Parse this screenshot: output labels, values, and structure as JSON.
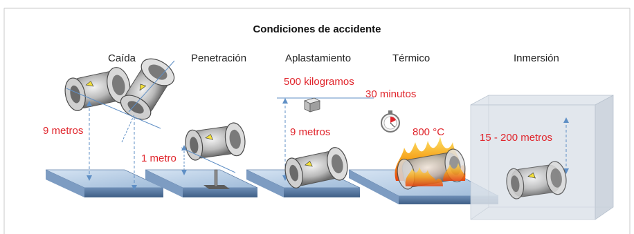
{
  "title": "Condiciones de accidente",
  "conditions": [
    {
      "label": "Caída",
      "value": "9 metros"
    },
    {
      "label": "Penetración",
      "value": "1 metro"
    },
    {
      "label": "Aplastamiento",
      "value": "9 metros",
      "extra": "500 kilogramos"
    },
    {
      "label": "Térmico",
      "value": "800 °C",
      "extra": "30 minutos"
    },
    {
      "label": "Inmersión",
      "value": "15 - 200 metros"
    }
  ],
  "colors": {
    "accent_red": "#e0242b",
    "plate": "#b8cfe8",
    "plate_edge": "#5e7fa8",
    "water": "#cfd8e3"
  },
  "icons": [
    "cask",
    "stopwatch",
    "weight-block",
    "spike",
    "fire"
  ]
}
